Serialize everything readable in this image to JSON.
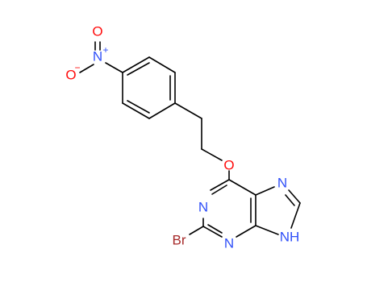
{
  "molecule": {
    "atoms": {
      "o_nitro_top": {
        "label": "O",
        "color": "#ff0d0d"
      },
      "n_nitro": {
        "label": "N",
        "charge": "+",
        "color": "#3050f8"
      },
      "o_nitro_bottom": {
        "label": "O",
        "charge": "−",
        "color": "#ff0d0d"
      },
      "o_ether": {
        "label": "O",
        "color": "#ff0d0d"
      },
      "n_pyrimidine_top": {
        "label": "N",
        "color": "#3050f8"
      },
      "n_pyrimidine_bottom": {
        "label": "N",
        "color": "#3050f8"
      },
      "n_imidazole_top": {
        "label": "N",
        "color": "#3050f8"
      },
      "nh_imidazole": {
        "label": "NH",
        "color": "#3050f8"
      },
      "br": {
        "label": "Br",
        "color": "#a62929"
      }
    },
    "bond_color": "#000000"
  }
}
